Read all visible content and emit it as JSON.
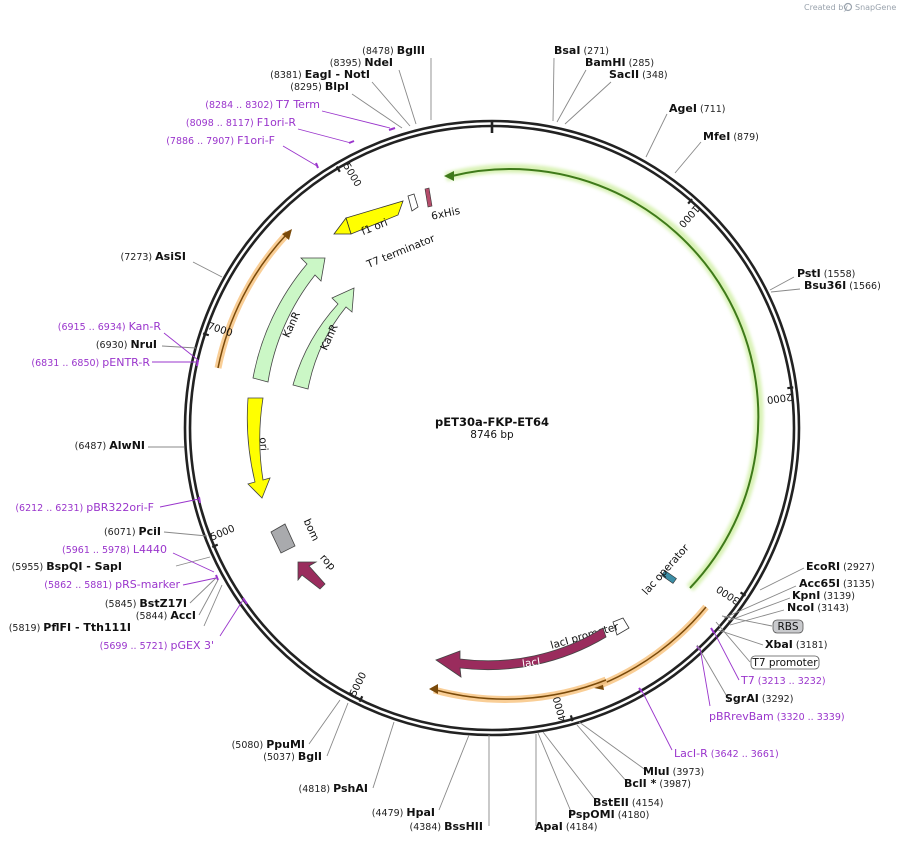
{
  "brand": {
    "prefix": "Created by",
    "name": "SnapGene"
  },
  "plasmid": {
    "name": "pET30a-FKP-ET64",
    "length_label": "8746 bp"
  },
  "ticks": [
    {
      "label": "1000",
      "bp": 1000
    },
    {
      "label": "2000",
      "bp": 2000
    },
    {
      "label": "3000",
      "bp": 3000
    },
    {
      "label": "4000",
      "bp": 4000
    },
    {
      "label": "5000",
      "bp": 5000
    },
    {
      "label": "5000",
      "bp": 6000
    },
    {
      "label": "7000",
      "bp": 7000
    },
    {
      "label": "5000",
      "bp": 8000
    }
  ],
  "enzymes": [
    {
      "name": "BglII",
      "pos": "(8478)"
    },
    {
      "name": "NdeI",
      "pos": "(8395)"
    },
    {
      "name": "EagI",
      "pos": "(8381)",
      "name2": "- NotI"
    },
    {
      "name": "BlpI",
      "pos": "(8295)"
    },
    {
      "name": "BsaI",
      "pos": "(271)"
    },
    {
      "name": "BamHI",
      "pos": "(285)"
    },
    {
      "name": "SacII",
      "pos": "(348)"
    },
    {
      "name": "AgeI",
      "pos": "(711)"
    },
    {
      "name": "MfeI",
      "pos": "(879)"
    },
    {
      "name": "PstI",
      "pos": "(1558)"
    },
    {
      "name": "Bsu36I",
      "pos": "(1566)"
    },
    {
      "name": "AsiSI",
      "pos": "(7273)"
    },
    {
      "name": "NruI",
      "pos": "(6930)"
    },
    {
      "name": "AlwNI",
      "pos": "(6487)"
    },
    {
      "name": "PciI",
      "pos": "(6071)"
    },
    {
      "name": "BspQI",
      "pos": "(5955)",
      "name2": "- SapI"
    },
    {
      "name": "BstZ17I",
      "pos": "(5845)"
    },
    {
      "name": "AccI",
      "pos": "(5844)"
    },
    {
      "name": "PflFI",
      "pos": "(5819)",
      "name2": "- Tth111I"
    },
    {
      "name": "PpuMI",
      "pos": "(5080)"
    },
    {
      "name": "BglI",
      "pos": "(5037)"
    },
    {
      "name": "PshAI",
      "pos": "(4818)"
    },
    {
      "name": "HpaI",
      "pos": "(4479)"
    },
    {
      "name": "BssHII",
      "pos": "(4384)"
    },
    {
      "name": "ApaI",
      "pos": "(4184)"
    },
    {
      "name": "PspOMI",
      "pos": "(4180)"
    },
    {
      "name": "BstEII",
      "pos": "(4154)"
    },
    {
      "name": "BclI *",
      "pos": "(3987)"
    },
    {
      "name": "MluI",
      "pos": "(3973)"
    },
    {
      "name": "SgrAI",
      "pos": "(3292)"
    },
    {
      "name": "XbaI",
      "pos": "(3181)"
    },
    {
      "name": "NcoI",
      "pos": "(3143)"
    },
    {
      "name": "KpnI",
      "pos": "(3139)"
    },
    {
      "name": "Acc65I",
      "pos": "(3135)"
    },
    {
      "name": "EcoRI",
      "pos": "(2927)"
    }
  ],
  "primers": [
    {
      "name": "T7 Term",
      "range": "(8284 .. 8302)"
    },
    {
      "name": "F1ori-R",
      "range": "(8098 .. 8117)"
    },
    {
      "name": "F1ori-F",
      "range": "(7886 .. 7907)"
    },
    {
      "name": "Kan-R",
      "range": "(6915 .. 6934)"
    },
    {
      "name": "pENTR-R",
      "range": "(6831 .. 6850)"
    },
    {
      "name": "pBR322ori-F",
      "range": "(6212 .. 6231)"
    },
    {
      "name": "L4440",
      "range": "(5961 .. 5978)"
    },
    {
      "name": "pRS-marker",
      "range": "(5862 .. 5881)"
    },
    {
      "name": "pGEX 3'",
      "range": "(5699 .. 5721)"
    },
    {
      "name": "LacI-R",
      "range": "(3642 .. 3661)"
    },
    {
      "name": "pBRrevBam",
      "range": "(3320 .. 3339)"
    },
    {
      "name": "T7",
      "range": "(3213 .. 3232)"
    }
  ],
  "features": {
    "f1_ori": "f1 ori",
    "t7_terminator": "T7 terminator",
    "his_tag": "6xHis",
    "kanr_outer": "KanR",
    "kanr_inner": "KanR",
    "ori": "ori",
    "bom": "bom",
    "rop": "rop",
    "lac_operator": "lac operator",
    "laci_promoter": "lacI promoter",
    "laci": "lacI",
    "rbs": "RBS",
    "t7_promoter": "T7 promoter"
  },
  "colors": {
    "backbone": "#222222",
    "cds_green": "#7fc843",
    "cds_orange": "#f3a94b",
    "f1ori_yellow": "#ffff00",
    "kanr_green": "#cbf7c6",
    "rop_laci": "#9a2c5d",
    "bom_gray": "#a9aaad",
    "primer_purple": "#9a35cc",
    "enzyme_line": "#888888"
  }
}
